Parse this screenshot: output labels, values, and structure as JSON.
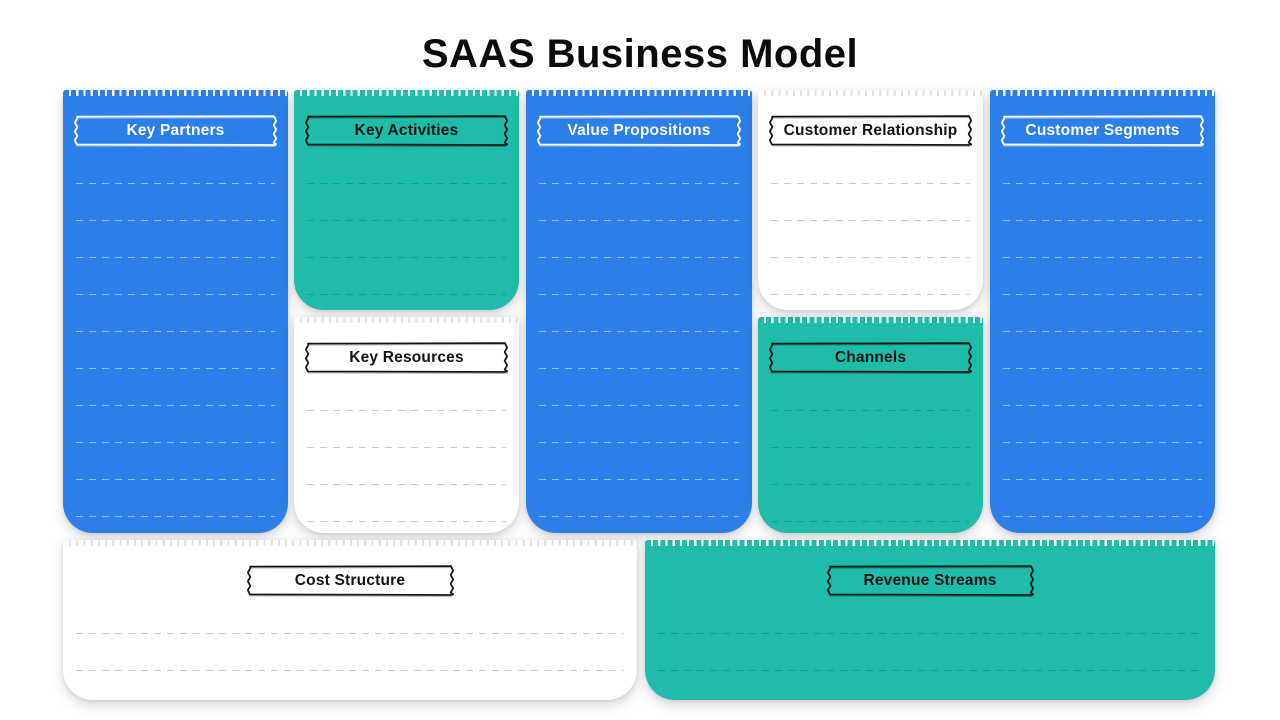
{
  "page": {
    "title": "SAAS Business Model"
  },
  "colors": {
    "blue": "#2c7ee9",
    "teal": "#1fbca9",
    "card_white": "#ffffff",
    "ink_on_blue": "#ffffff",
    "ink_on_light": "#131313"
  },
  "blocks": {
    "key_partners": {
      "label": "Key Partners"
    },
    "key_activities": {
      "label": "Key Activities"
    },
    "key_resources": {
      "label": "Key Resources"
    },
    "value_propositions": {
      "label": "Value Propositions"
    },
    "customer_relationship": {
      "label": "Customer Relationship"
    },
    "channels": {
      "label": "Channels"
    },
    "customer_segments": {
      "label": "Customer Segments"
    },
    "cost_structure": {
      "label": "Cost Structure"
    },
    "revenue_streams": {
      "label": "Revenue Streams"
    }
  }
}
